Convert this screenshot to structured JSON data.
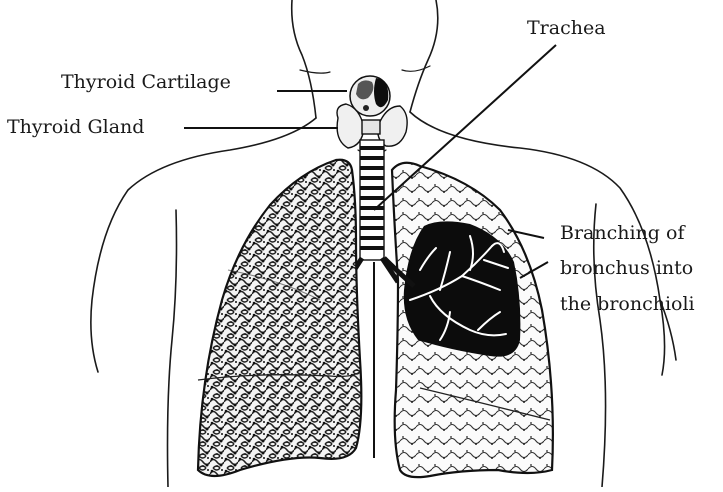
{
  "labels": {
    "trachea": "Trachea",
    "thyroid_cartilage": "Thyroid Cartilage",
    "thyroid_gland": "Thyroid Gland",
    "branching_line1": "Branching of",
    "branching_line2": "bronchus into",
    "branching_line3": "the bronchioli"
  },
  "colors": {
    "ink": "#111111",
    "background": "#ffffff"
  }
}
